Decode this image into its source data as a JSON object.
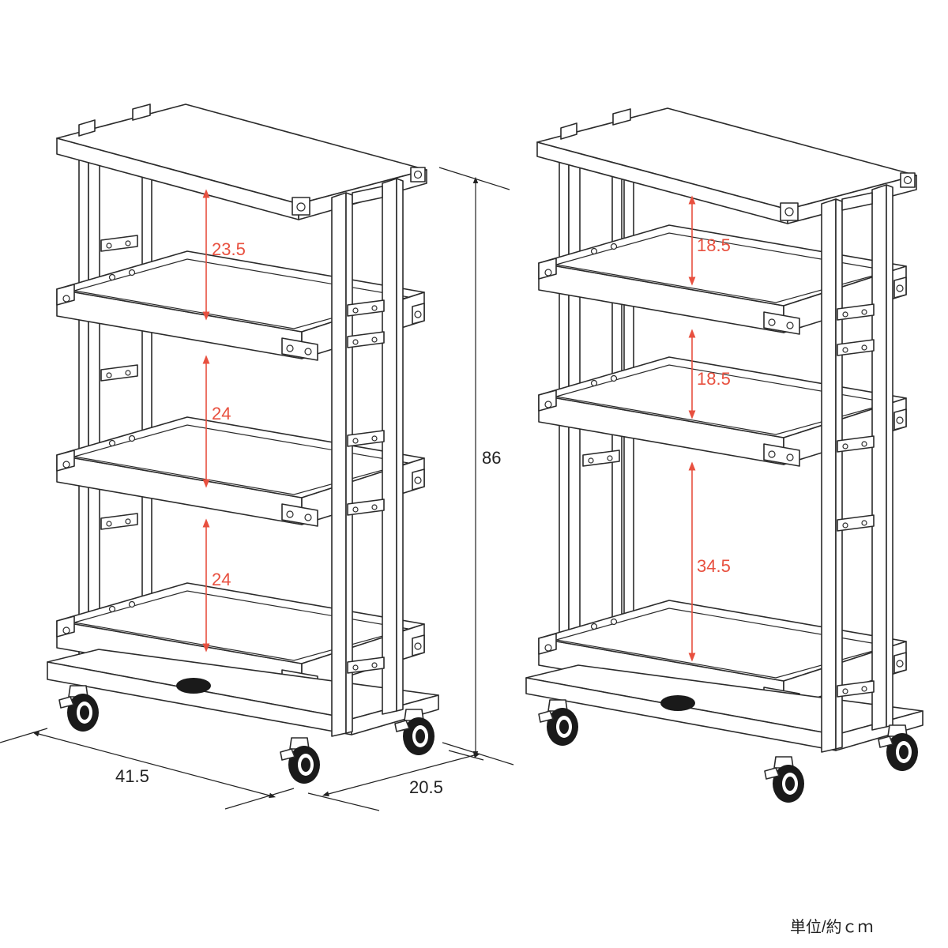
{
  "left_cart": {
    "width_label": "41.5",
    "depth_label": "20.5",
    "height_label": "86",
    "gaps": [
      "23.5",
      "24",
      "24"
    ]
  },
  "right_cart": {
    "gaps": [
      "18.5",
      "18.5",
      "34.5"
    ]
  },
  "unit_label": "単位/約ｃｍ",
  "colors": {
    "accent": "#e8503f",
    "line": "#2b2b2b",
    "caster": "#1a1a1a"
  }
}
